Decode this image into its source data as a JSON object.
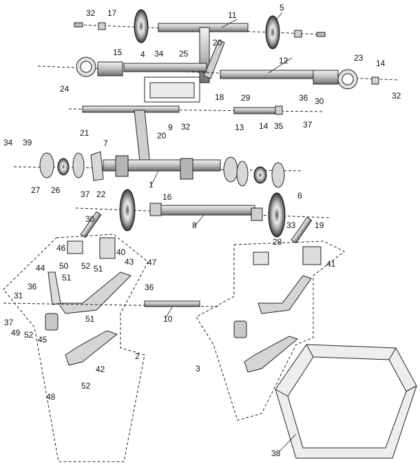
{
  "diagram": {
    "callouts": [
      "1",
      "2",
      "3",
      "4",
      "5",
      "6",
      "7",
      "8",
      "9",
      "10",
      "11",
      "12",
      "13",
      "14",
      "15",
      "16",
      "17",
      "18",
      "19",
      "20",
      "21",
      "22",
      "23",
      "24",
      "25",
      "26",
      "27",
      "28",
      "29",
      "30",
      "31",
      "32",
      "33",
      "34",
      "35",
      "36",
      "37",
      "38",
      "39",
      "40",
      "41",
      "42",
      "43",
      "44",
      "45",
      "46",
      "47",
      "48",
      "49",
      "50",
      "51",
      "52"
    ],
    "colors": {
      "line": "#222222",
      "shade": "#888888",
      "light": "#d9d9d9",
      "background": "#ffffff"
    }
  }
}
